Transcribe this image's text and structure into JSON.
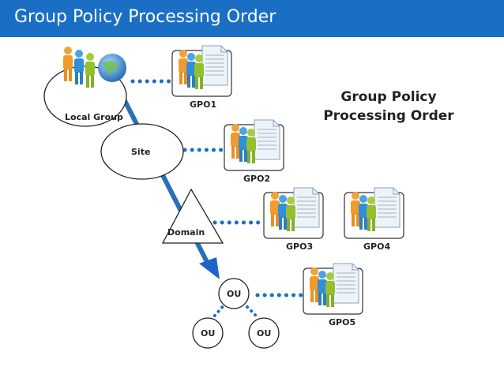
{
  "header": {
    "title": "Group Policy Processing Order"
  },
  "diagram": {
    "side_title": [
      "Group Policy",
      "Processing Order"
    ],
    "nodes": {
      "local_group": "Local Group",
      "site": "Site",
      "domain": "Domain",
      "ou_main": "OU",
      "ou_left": "OU",
      "ou_right": "OU"
    },
    "gpos": [
      "GPO1",
      "GPO2",
      "GPO3",
      "GPO4",
      "GPO5"
    ]
  },
  "colors": {
    "header": "#1a6fc4",
    "link": "#1a6fc4",
    "arrow_tail": "#2a6fb8",
    "arrow_head": "#1f64c8"
  }
}
